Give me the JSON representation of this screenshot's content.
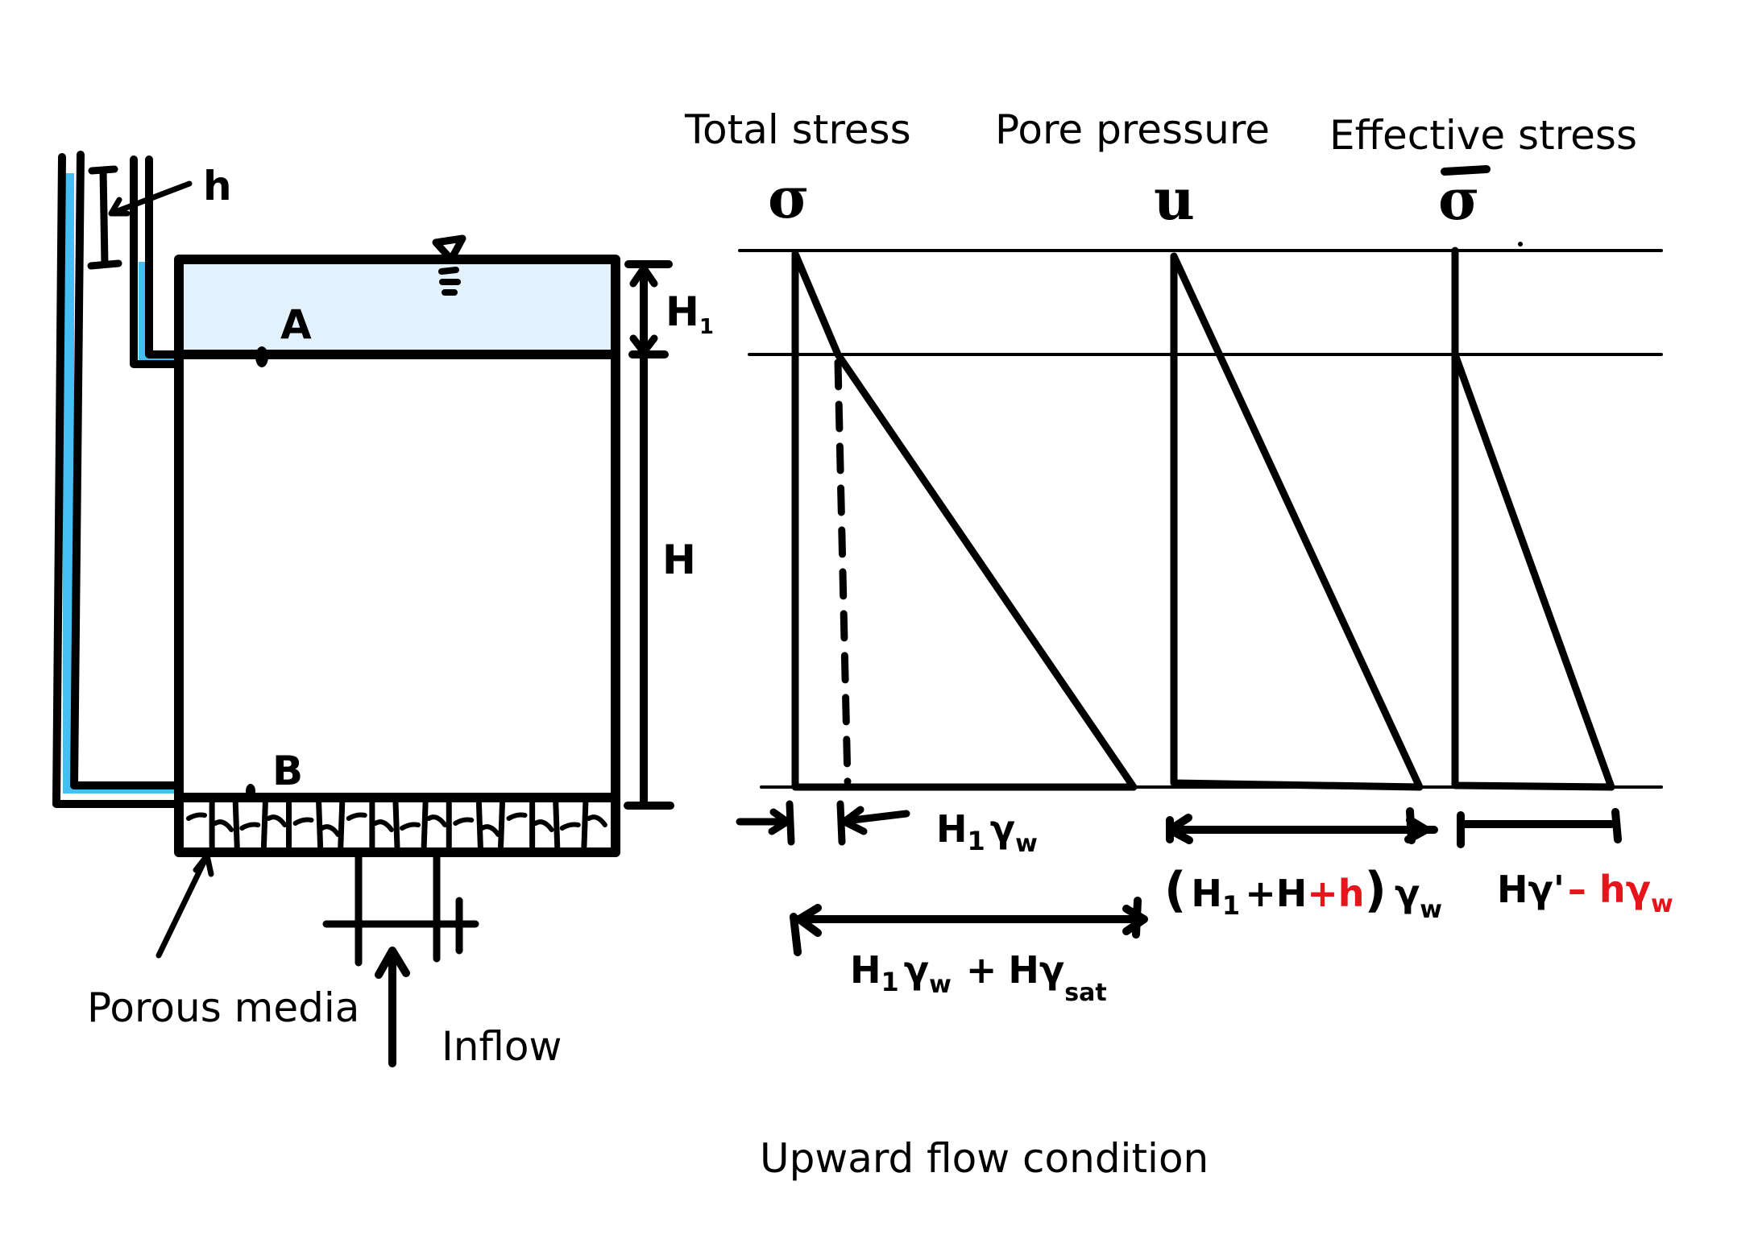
{
  "title": "Upward flow condition",
  "colors": {
    "water_fill": "#e3f1fc",
    "piezometer_water": "#45bef3",
    "ink": "#000000",
    "highlight": "#e8141b"
  },
  "apparatus": {
    "point_a": "A",
    "point_b": "B",
    "head_diff_label": "h",
    "dim_h1": "H",
    "dim_h1_sub": "1",
    "dim_h": "H",
    "porous_label": "Porous media",
    "inflow_label": "Inflow"
  },
  "diagrams": {
    "total": {
      "heading": "Total stress",
      "symbol": "σ",
      "top_dim": {
        "a": "H",
        "sub": "1",
        "b": "γ",
        "bsub": "w"
      },
      "bottom_dim": {
        "a": "H",
        "sub": "1",
        "b": "γ",
        "bsub": "w",
        "plus": "+",
        "c": "Hγ",
        "csub": "sat"
      }
    },
    "pore": {
      "heading": "Pore pressure",
      "symbol": "u",
      "dim": {
        "open": "(",
        "a": "H",
        "sub": "1",
        "plus": "+H",
        "red": "+h",
        "close": ")",
        "b": "γ",
        "bsub": "w"
      }
    },
    "effective": {
      "heading": "Effective stress",
      "symbol": "σ̄",
      "dim": {
        "a": "Hγ'",
        "red": "– hγ",
        "redsub": "w"
      }
    }
  }
}
